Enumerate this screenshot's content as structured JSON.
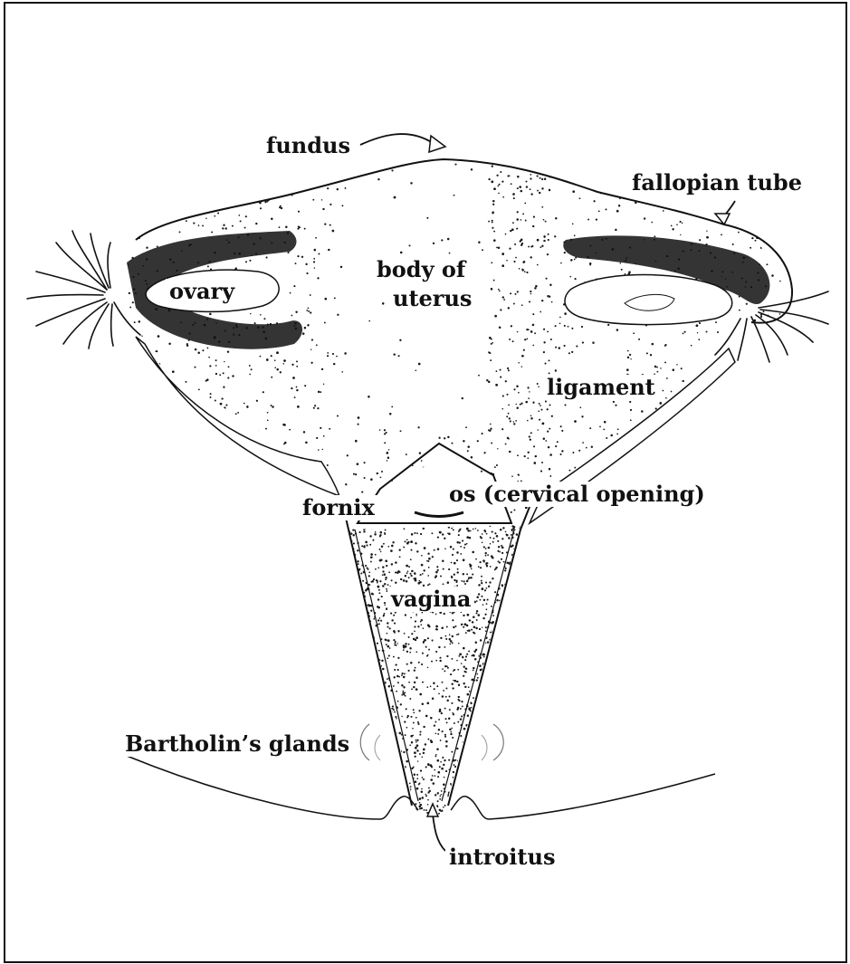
{
  "labels": {
    "fundus": "fundus",
    "fallopian_tube": "fallopian tube",
    "ovary": "ovary",
    "body_of_uterus_line1": "body of",
    "body_of_uterus_line2": "uterus",
    "ligament": "ligament",
    "fornix": "fornix",
    "os": "os (cervical opening)",
    "vagina": "vagina",
    "bartholins_glands": "Bartholin’s glands",
    "introitus": "introitus"
  },
  "colors": {
    "ink": "#111111",
    "paper": "#ffffff",
    "stipple": "#1a1a1a"
  }
}
